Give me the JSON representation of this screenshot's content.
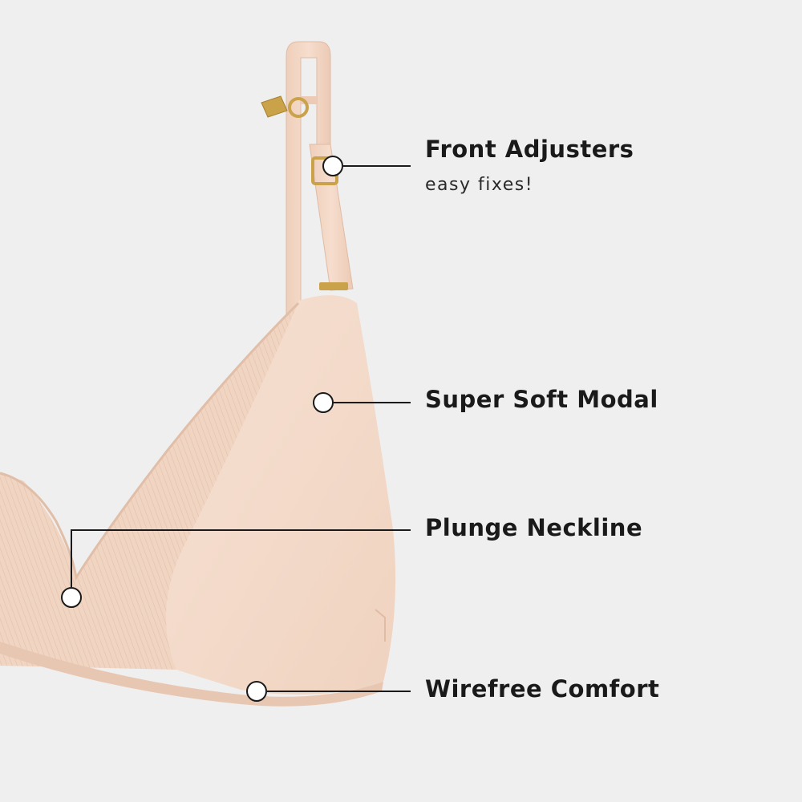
{
  "colors": {
    "background": "#efefef",
    "fabric": "#f3d9c8",
    "fabric_shadow": "#e6c4ae",
    "hardware": "#c9a24a",
    "callout_line": "#1a1a1a",
    "marker_fill": "#ffffff"
  },
  "callouts": [
    {
      "title": "Front Adjusters",
      "subtitle": "easy fixes!"
    },
    {
      "title": "Super Soft Modal"
    },
    {
      "title": "Plunge Neckline"
    },
    {
      "title": "Wirefree Comfort"
    }
  ]
}
